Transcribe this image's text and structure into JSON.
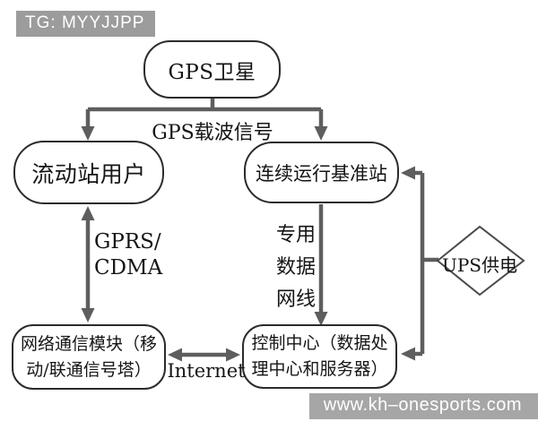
{
  "badge": {
    "text": "TG: MYYJJPP"
  },
  "watermark": {
    "text": "www.kh–onesports.com"
  },
  "diagram": {
    "title_implicit": "",
    "nodes": {
      "gps_satellite": {
        "label": "GPS卫星"
      },
      "rover_user": {
        "label": "流动站用户"
      },
      "reference_station": {
        "label": "连续运行基准站"
      },
      "network_module": {
        "line1": "网络通信模块（移",
        "line2": "动/联通信号塔）"
      },
      "control_center": {
        "line1": "控制中心（数据处",
        "line2": "理中心和服务器）"
      },
      "ups": {
        "label": "UPS供电"
      }
    },
    "edge_labels": {
      "gps_signal": "GPS载波信号",
      "gprs_line1": "GPRS/",
      "gprs_line2": "CDMA",
      "dedicated_l1": "专用",
      "dedicated_l2": "数据",
      "dedicated_l3": "网线",
      "internet": "Internet"
    }
  },
  "colors": {
    "connector": "#5e5e5e",
    "node_border": "#2b2b2b",
    "diamond_border": "#4a4a4a",
    "badge_bg": "#9c9c9c",
    "watermark_bg": "#a6a6a6",
    "background": "#ffffff",
    "text": "#151515"
  }
}
